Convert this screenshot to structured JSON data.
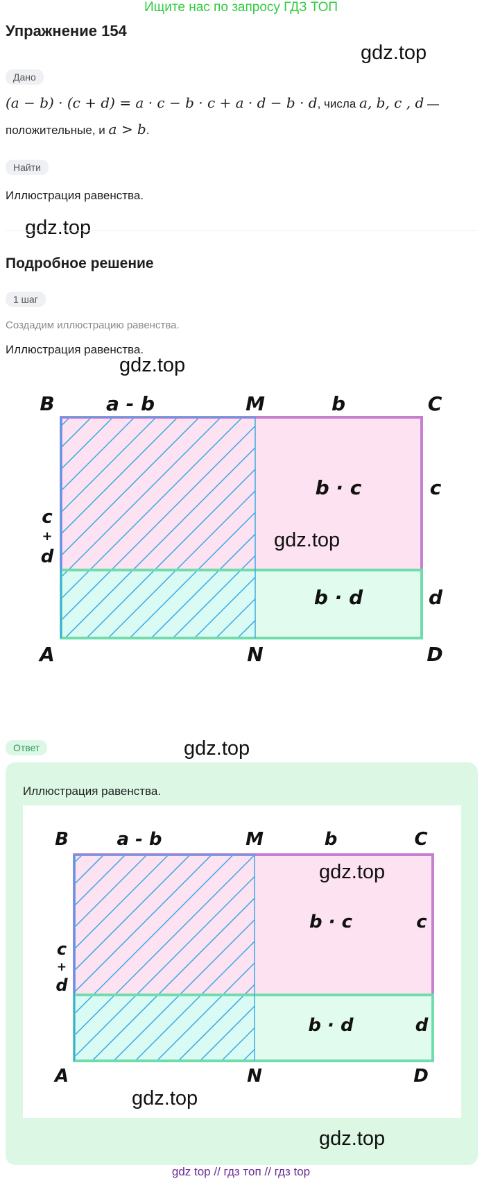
{
  "banner": "Ищите нас по запросу ГДЗ ТОП",
  "exercise_title": "Упражнение 154",
  "watermark": "gdz.top",
  "given": {
    "badge": "Дано",
    "formula": "(a − b) · (c + d) = a · c − b · c + a · d − b · d",
    "text_mid": ", числа ",
    "vars": "a,  b,  c ,  d",
    "dash": " —",
    "line2_text": "положительные, и ",
    "line2_math": "a > b",
    "line2_end": "."
  },
  "find": {
    "badge": "Найти",
    "text": "Иллюстрация равенства."
  },
  "solution": {
    "heading": "Подробное решение",
    "step_badge": "1 шаг",
    "step_hint": "Создадим иллюстрацию равенства.",
    "step_text": "Иллюстрация равенства."
  },
  "figure": {
    "labels": {
      "B": "B",
      "M": "M",
      "C": "C",
      "A": "A",
      "N": "N",
      "D": "D",
      "a_minus_b": "a - b",
      "b": "b",
      "c": "c",
      "d": "d",
      "bc": "b · c",
      "bd": "b · d",
      "c_plus_d_c": "c",
      "c_plus_d_plus": "+",
      "c_plus_d_d": "d"
    },
    "colors": {
      "top_fill": "#fde2f1",
      "top_stroke": "#c57ed0",
      "bottom_fill": "#e2fbef",
      "bottom_stroke": "#6fdcab",
      "hatch": "#3aa9e6",
      "left_bottom_fill": "#d9fbf4"
    }
  },
  "answer": {
    "badge": "Ответ",
    "text": "Иллюстрация равенства."
  },
  "footer": {
    "a": "gdz top",
    "sep1": "//",
    "b": "гдз топ",
    "sep2": "//",
    "c": "гдз top"
  }
}
